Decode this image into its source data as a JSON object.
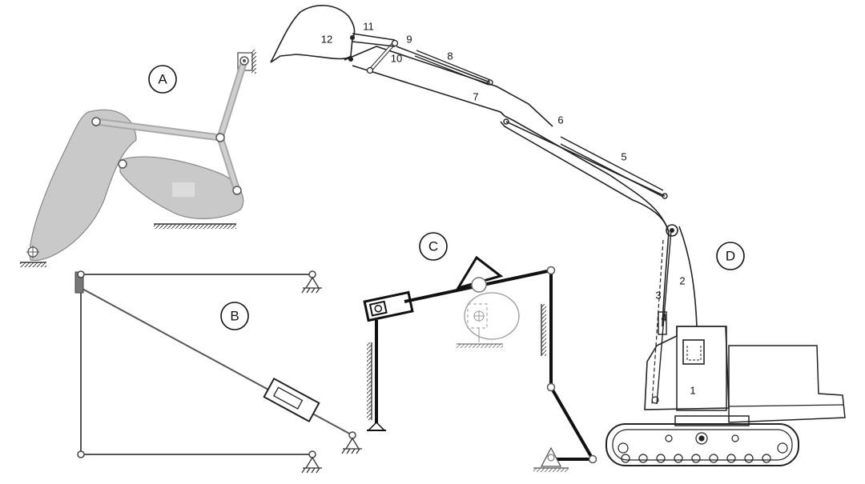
{
  "panels": [
    {
      "id": "A",
      "label": "A"
    },
    {
      "id": "B",
      "label": "B"
    },
    {
      "id": "C",
      "label": "C"
    },
    {
      "id": "D",
      "label": "D"
    }
  ],
  "excavator_part_numbers": [
    "1",
    "2",
    "3",
    "4",
    "5",
    "6",
    "7",
    "8",
    "9",
    "10",
    "11",
    "12"
  ]
}
